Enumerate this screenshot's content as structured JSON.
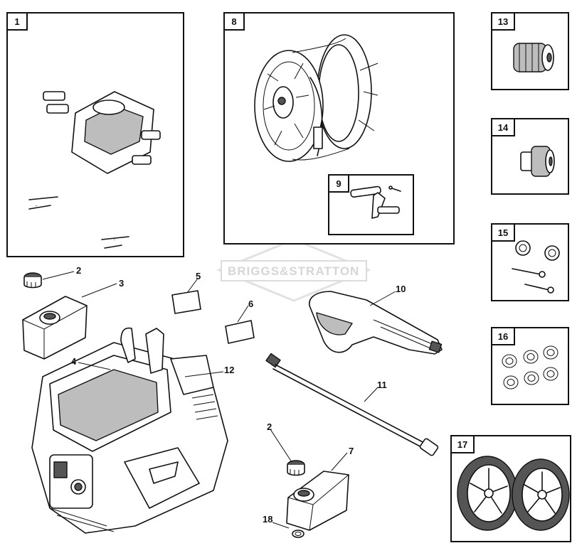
{
  "watermark": "BRIGGS&STRATTON",
  "boxed_parts": [
    {
      "id": "part-1",
      "tag": "1"
    },
    {
      "id": "part-8",
      "tag": "8"
    },
    {
      "id": "part-9",
      "tag": "9"
    },
    {
      "id": "part-13",
      "tag": "13"
    },
    {
      "id": "part-14",
      "tag": "14"
    },
    {
      "id": "part-15",
      "tag": "15"
    },
    {
      "id": "part-16",
      "tag": "16"
    },
    {
      "id": "part-17",
      "tag": "17"
    }
  ],
  "callouts": {
    "c2a": "2",
    "c3": "3",
    "c4": "4",
    "c5": "5",
    "c6": "6",
    "c10": "10",
    "c11": "11",
    "c12": "12",
    "c2b": "2",
    "c7": "7",
    "c18": "18"
  }
}
